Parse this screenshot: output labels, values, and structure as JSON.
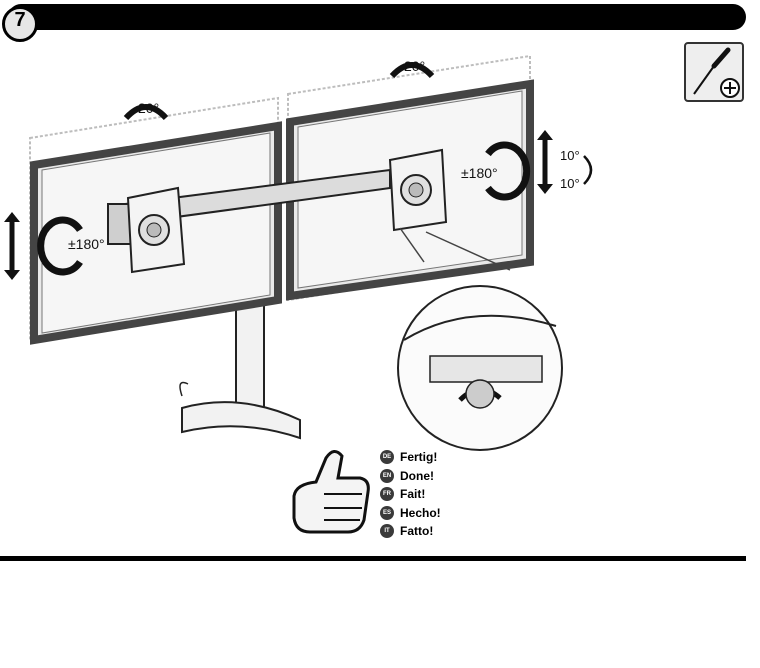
{
  "step": {
    "number": "7"
  },
  "tool": {
    "icon": "phillips-screwdriver-icon"
  },
  "labels": {
    "tilt_left_top": "20°",
    "tilt_right_top": "20°",
    "rotate_left": "±180°",
    "rotate_right": "±180°",
    "tilt_up": "10°",
    "tilt_down": "10°"
  },
  "languages": [
    {
      "code": "DE",
      "text": "Fertig!"
    },
    {
      "code": "EN",
      "text": "Done!"
    },
    {
      "code": "FR",
      "text": "Fait!"
    },
    {
      "code": "ES",
      "text": "Hecho!"
    },
    {
      "code": "IT",
      "text": "Fatto!"
    }
  ],
  "colors": {
    "bar": "#000000",
    "frame": "#4a4a4a",
    "screen": "#e8e8e8",
    "badge": "#3a3a3a"
  }
}
